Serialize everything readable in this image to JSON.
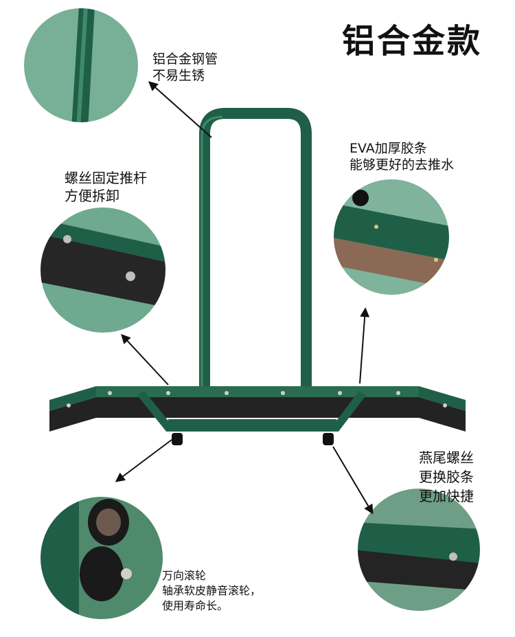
{
  "title": "铝合金款",
  "callouts": {
    "tube": {
      "line1": "铝合金钢管",
      "line2": "不易生锈"
    },
    "eva": {
      "line1": "EVA加厚胶条",
      "line2": "能够更好的去推水"
    },
    "screw": {
      "line1": "螺丝固定推杆",
      "line2": "方便拆卸"
    },
    "wingnut": {
      "line1": "燕尾螺丝",
      "line2": "更换胶条",
      "line3": "更加快捷"
    },
    "wheel": {
      "line1": "万向滚轮",
      "line2": "轴承软皮静音滚轮，",
      "line3": "使用寿命长。"
    }
  },
  "colors": {
    "frame_green": "#1f5f47",
    "court_green": "#4f8a6d",
    "rubber": "#2a2a2a",
    "text": "#111111"
  }
}
